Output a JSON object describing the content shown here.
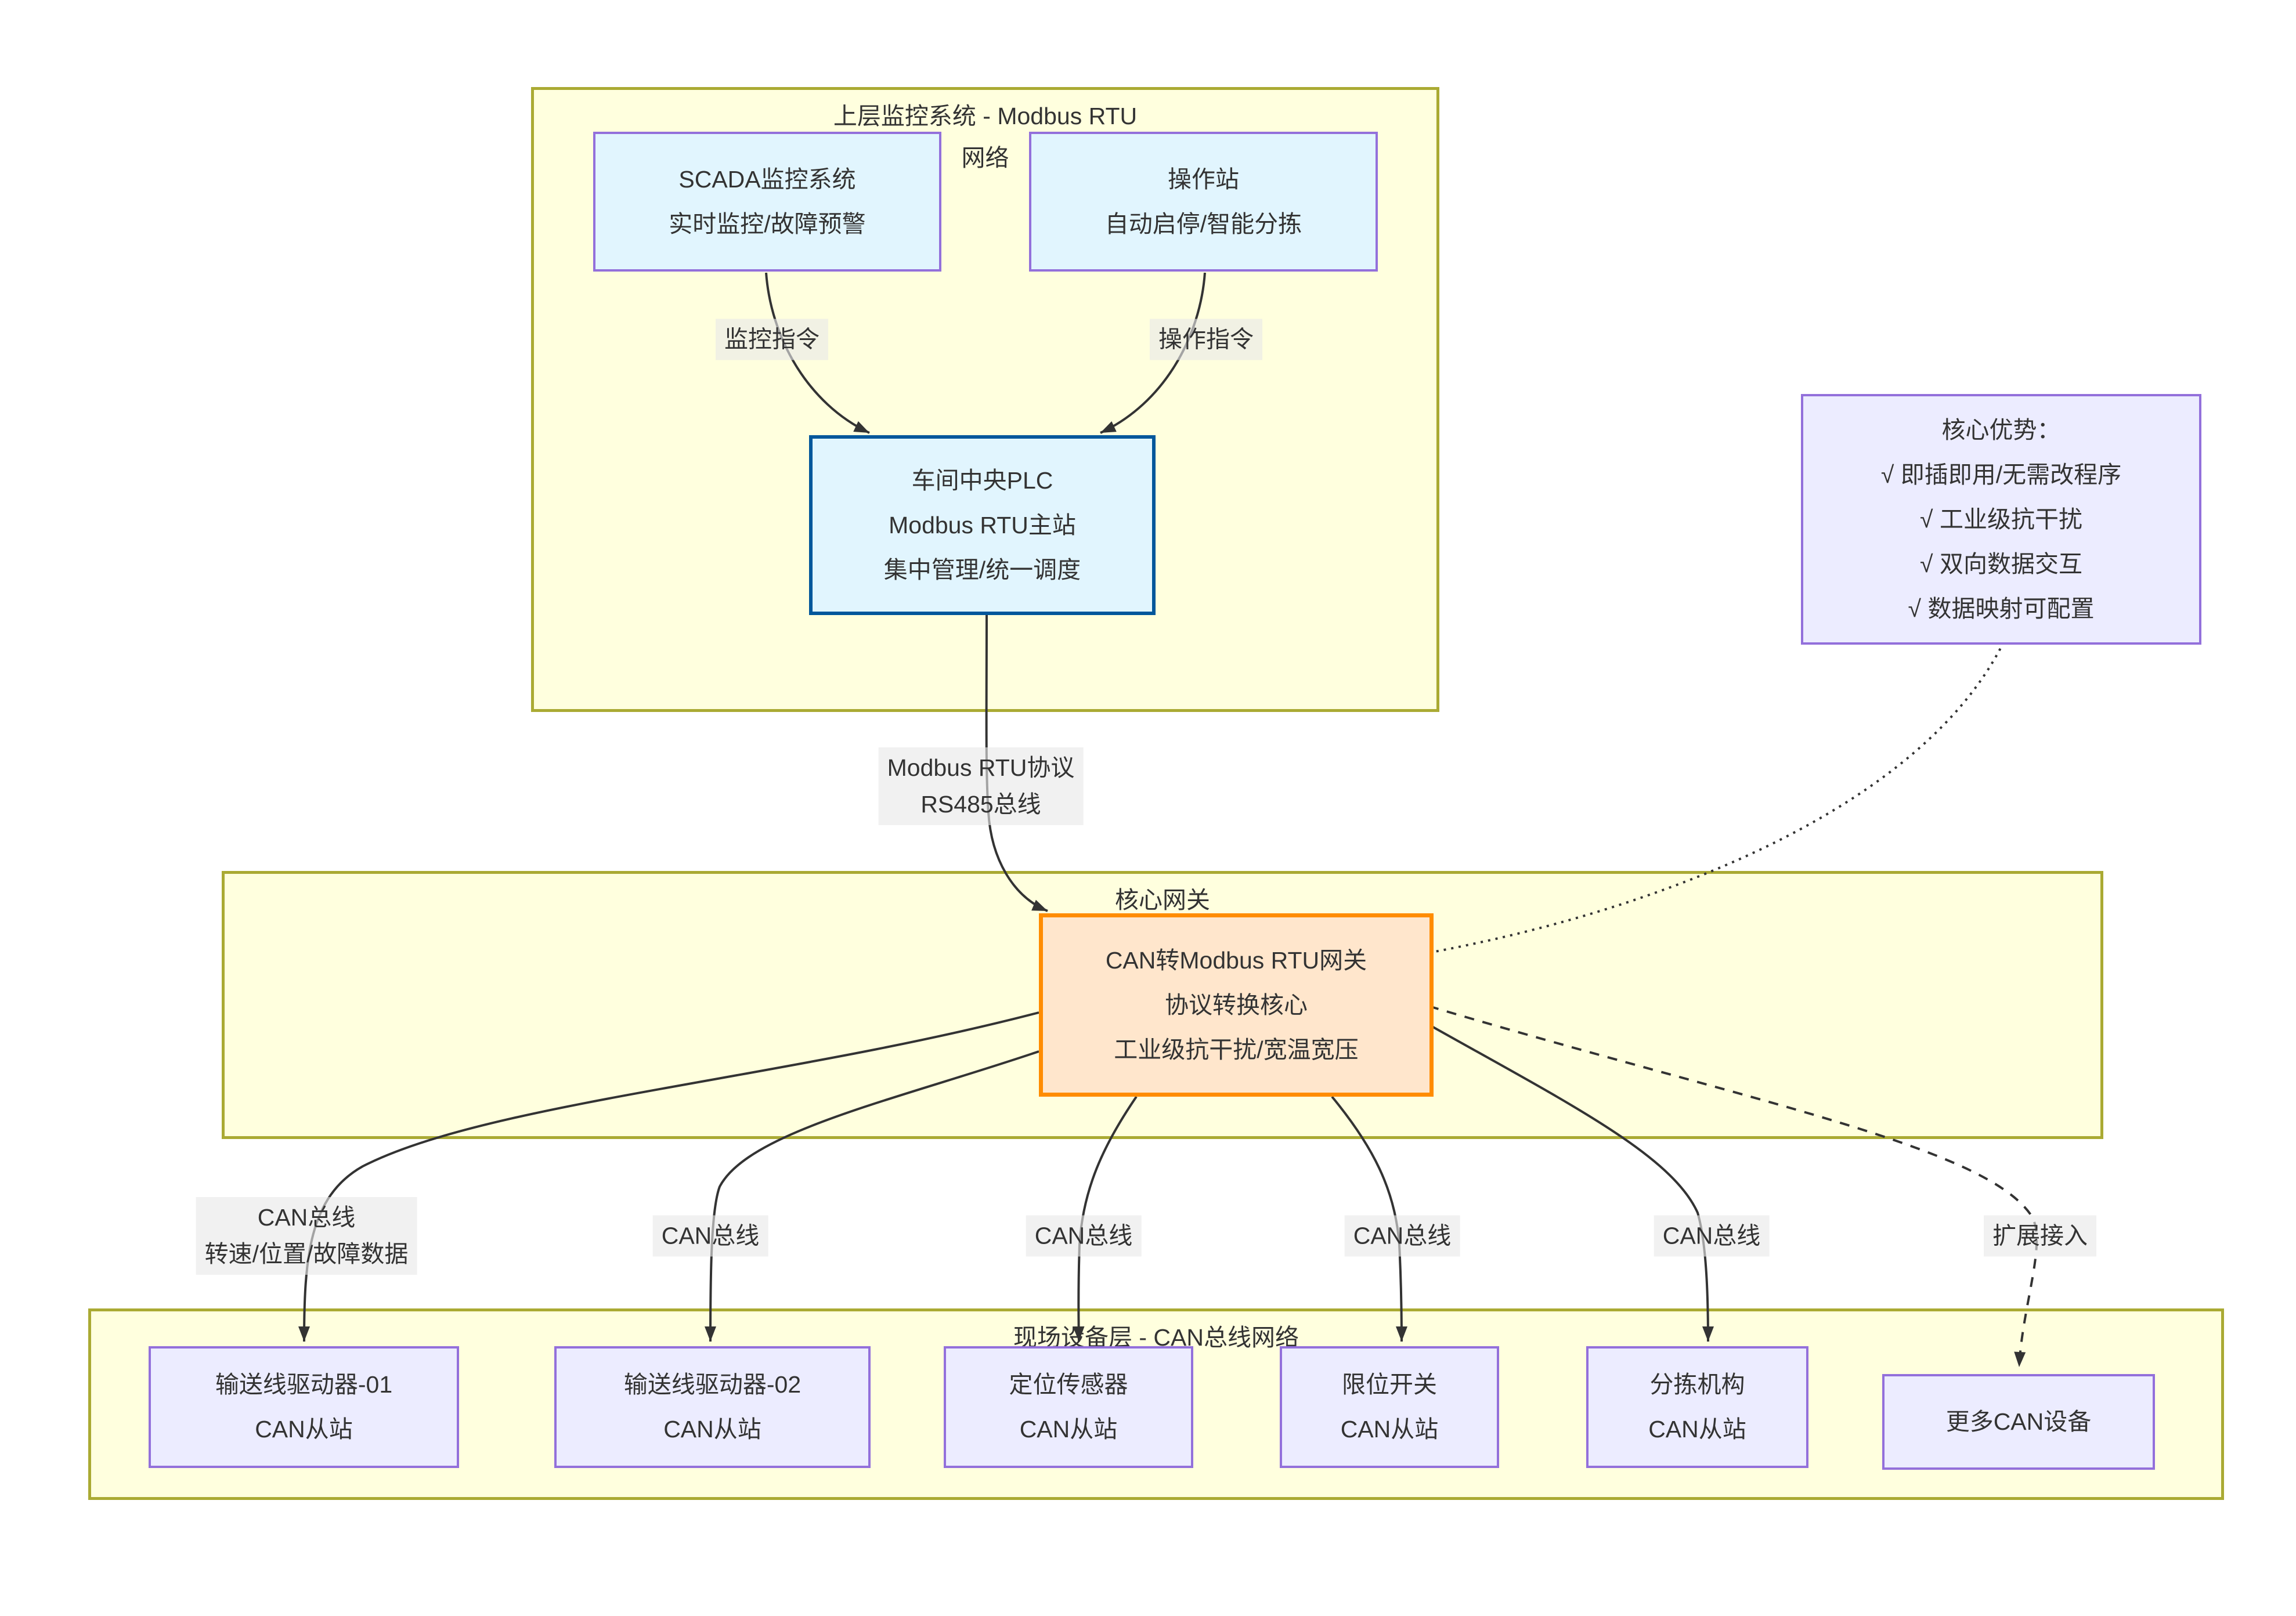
{
  "colors": {
    "canvas": "#ffffff",
    "subgraph_fill": "#ffffde",
    "subgraph_border": "#aaaa33",
    "node_fill": "#ececff",
    "node_border": "#9370db",
    "info_fill": "#e1f5fe",
    "plc_border": "#01579b",
    "gateway_fill": "#ffe6cc",
    "gateway_border": "#ff8c00",
    "edge_label_bg": "#e8e8e8",
    "text": "#333333",
    "edge": "#333333"
  },
  "subgraphs": {
    "upper": {
      "title_lines": [
        "上层监控系统 - Modbus RTU",
        "网络"
      ]
    },
    "gateway": {
      "title": "核心网关"
    },
    "field": {
      "title": "现场设备层 - CAN总线网络"
    }
  },
  "nodes": {
    "scada": {
      "lines": [
        "SCADA监控系统",
        "实时监控/故障预警"
      ]
    },
    "opstation": {
      "lines": [
        "操作站",
        "自动启停/智能分拣"
      ]
    },
    "plc": {
      "lines": [
        "车间中央PLC",
        "Modbus RTU主站",
        "集中管理/统一调度"
      ]
    },
    "advantages": {
      "lines": [
        "核心优势：",
        "√ 即插即用/无需改程序",
        "√ 工业级抗干扰",
        "√ 双向数据交互",
        "√ 数据映射可配置"
      ]
    },
    "gateway": {
      "lines": [
        "CAN转Modbus RTU网关",
        "协议转换核心",
        "工业级抗干扰/宽温宽压"
      ]
    },
    "driver01": {
      "lines": [
        "输送线驱动器-01",
        "CAN从站"
      ]
    },
    "driver02": {
      "lines": [
        "输送线驱动器-02",
        "CAN从站"
      ]
    },
    "sensor": {
      "lines": [
        "定位传感器",
        "CAN从站"
      ]
    },
    "limitswitch": {
      "lines": [
        "限位开关",
        "CAN从站"
      ]
    },
    "sorter": {
      "lines": [
        "分拣机构",
        "CAN从站"
      ]
    },
    "more": {
      "lines": [
        "更多CAN设备"
      ]
    }
  },
  "edge_labels": {
    "monitor": "监控指令",
    "operate": "操作指令",
    "modbus": {
      "lines": [
        "Modbus RTU协议",
        "RS485总线"
      ]
    },
    "can_main": {
      "lines": [
        "CAN总线",
        "转速/位置/故障数据"
      ]
    },
    "can_2": "CAN总线",
    "can_3": "CAN总线",
    "can_4": "CAN总线",
    "can_5": "CAN总线",
    "expand": "扩展接入"
  }
}
